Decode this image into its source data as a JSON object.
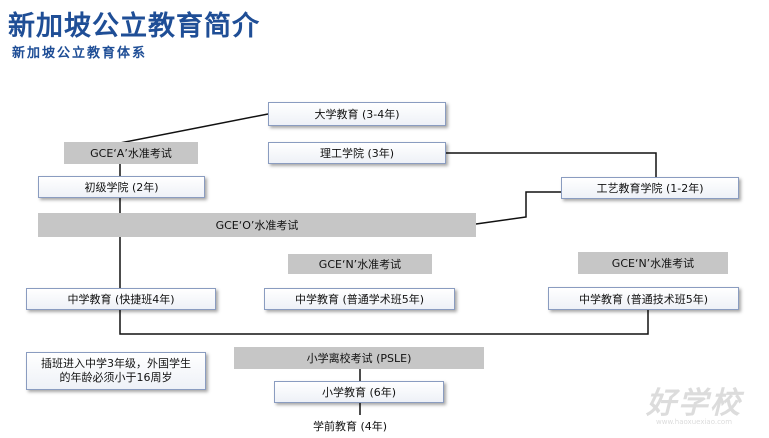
{
  "header": {
    "title": "新加坡公立教育简介",
    "subtitle": "新加坡公立教育体系"
  },
  "diagram": {
    "university": "大学教育 (3-4年)",
    "polytechnic": "理工学院 (3年)",
    "a_level_exam": "GCE‘A’水准考试",
    "junior_college": "初级学院 (2年)",
    "ite": "工艺教育学院 (1-2年)",
    "o_level_exam": "GCE‘O’水准考试",
    "n_level_exam_mid": "GCE‘N’水准考试",
    "n_level_exam_right": "GCE‘N’水准考试",
    "secondary_express": "中学教育 (快捷班4年)",
    "secondary_normal_academic": "中学教育 (普通学术班5年)",
    "secondary_normal_technical": "中学教育 (普通技术班5年)",
    "psle": "小学离校考试 (PSLE)",
    "primary": "小学教育 (6年)",
    "preschool": "学前教育 (4年)"
  },
  "note": {
    "line1": "插班进入中学3年级，外国学生",
    "line2": "的年龄必须小于16周岁"
  },
  "watermark": {
    "brand": "好学校",
    "url": "www.haoxuexiao.com"
  }
}
